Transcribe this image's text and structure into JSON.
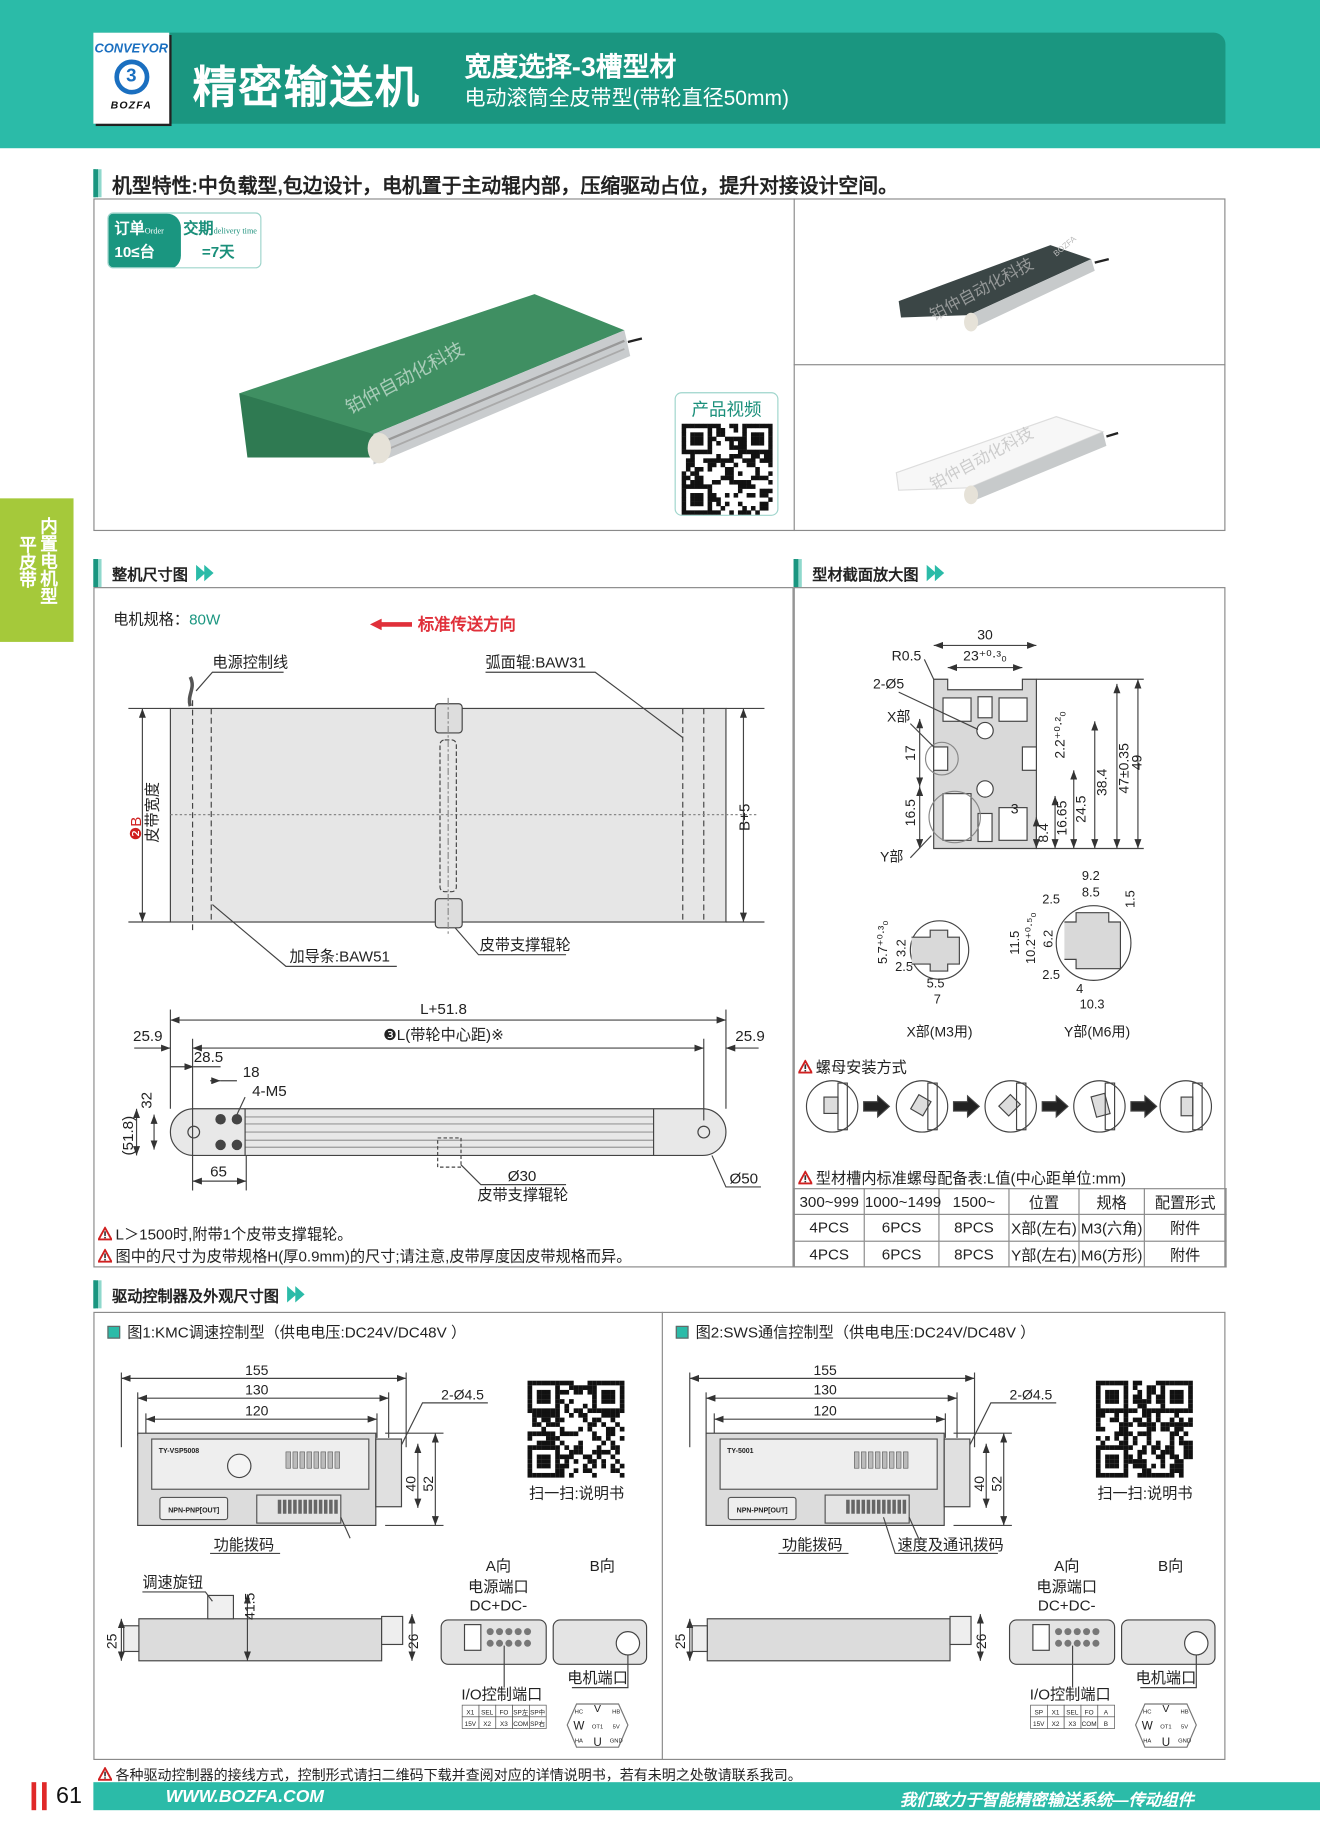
{
  "header": {
    "logo_top": "CONVEYOR",
    "logo_mark": "3",
    "logo_bottom": "BOZFA",
    "title": "精密输送机",
    "subtitle1": "宽度选择-3槽型材",
    "subtitle2": "电动滚筒全皮带型(带轮直径50mm)"
  },
  "side_tab": {
    "line1": "内置电机型",
    "line2": "平皮带"
  },
  "features": {
    "heading": "机型特性:中负载型,包边设计，电机置于主动辊内部，压缩驱动占位，提升对接设计空间。",
    "order_label": "订单",
    "order_en": "Order",
    "order_value": "10≤台",
    "delivery_label": "交期",
    "delivery_en": "delivery time",
    "delivery_value": "=7天",
    "video_label": "产品视频",
    "watermark": "铂仲自动化科技",
    "watermark_brand": "BOZFA"
  },
  "dimensions": {
    "heading": "整机尺寸图",
    "motor_label": "电机规格：",
    "motor_value": "80W",
    "direction": "标准传送方向",
    "power_cable": "电源控制线",
    "arc_roller": "弧面辊:BAW31",
    "guide_strip": "加导条:BAW51",
    "support_roller": "皮带支撑辊轮",
    "belt_width_mark": "❷B",
    "belt_width": "皮带宽度",
    "b_plus": "B+5",
    "l_total": "L+51.8",
    "l_center": "❸L(带轮中心距)※",
    "d_25_9_left": "25.9",
    "d_25_9_right": "25.9",
    "d_28_5": "28.5",
    "d_18": "18",
    "d_4m5": "4-M5",
    "d_32": "32",
    "d_51_8": "(51.8)",
    "d_65": "65",
    "d_o30": "Ø30",
    "support_roller2": "皮带支撑辊轮",
    "d_o50": "Ø50"
  },
  "profile": {
    "heading": "型材截面放大图",
    "w30": "30",
    "w23": "23⁺⁰·³₀",
    "r05": "R0.5",
    "holes": "2-Ø5",
    "x_part": "X部",
    "y_part": "Y部",
    "d17": "17",
    "d16_5": "16.5",
    "d3": "3",
    "d8_4": "8.4",
    "d16_65": "16.65",
    "d24_5": "24.5",
    "d38_4": "38.4",
    "d47": "47±0.35",
    "d49": "49",
    "d2_2": "2.2⁺⁰·²₀",
    "x_detail": {
      "d5_7": "5.7⁺⁰·³₀",
      "d3_2": "3.2",
      "d2_5": "2.5",
      "d5_5": "5.5",
      "d7": "7",
      "caption": "X部(M3用)"
    },
    "y_detail": {
      "d9_2": "9.2",
      "d8_5": "8.5",
      "d2_5a": "2.5",
      "d1_5": "1.5",
      "d11_5": "11.5",
      "d10_2": "10.2⁺⁰·⁵₀",
      "d6_2": "6.2",
      "d2_5b": "2.5",
      "d4": "4",
      "d10_3": "10.3",
      "caption": "Y部(M6用)"
    }
  },
  "nut": {
    "install_title": "螺母安装方式",
    "table_title": "型材槽内标准螺母配备表:L值(中心距单位:mm)",
    "headers": [
      "300~999",
      "1000~1499",
      "1500~",
      "位置",
      "规格",
      "配置形式"
    ],
    "rows": [
      [
        "4PCS",
        "6PCS",
        "8PCS",
        "X部(左右)",
        "M3(六角)",
        "附件"
      ],
      [
        "4PCS",
        "6PCS",
        "8PCS",
        "Y部(左右)",
        "M6(方形)",
        "附件"
      ]
    ]
  },
  "notes": [
    "L＞1500时,附带1个皮带支撑辊轮。",
    "图中的尺寸为皮带规格H(厚0.9mm)的尺寸;请注意,皮带厚度因皮带规格而异。"
  ],
  "drive": {
    "heading": "驱动控制器及外观尺寸图",
    "panels": [
      {
        "caption": "图1:KMC调速控制型（供电电压:DC24V/DC48V ）",
        "model": "TY-VSP5008",
        "npn": "NPN-PNP[OUT]",
        "d155": "155",
        "d130": "130",
        "d120": "120",
        "holes": "2-Ø4.5",
        "d40": "40",
        "d52": "52",
        "dip1": "功能拨码",
        "dip2": "",
        "qr_label": "扫一扫:说明书",
        "knob": "调速旋钮",
        "d41_5": "41.5",
        "d25": "25",
        "d26": "26",
        "a_dir": "A向",
        "b_dir": "B向",
        "power_port": "电源端口",
        "dc": "DC+DC-",
        "io_port": "I/O控制端口",
        "motor_port": "电机端口",
        "io": [
          [
            "X1",
            "SEL",
            "FO",
            "SP左",
            "SP中"
          ],
          [
            "15V",
            "X2",
            "X3",
            "COM",
            "SP右"
          ]
        ]
      },
      {
        "caption": "图2:SWS通信控制型（供电电压:DC24V/DC48V ）",
        "model": "TY-5001",
        "npn": "NPN-PNP[OUT]",
        "d155": "155",
        "d130": "130",
        "d120": "120",
        "holes": "2-Ø4.5",
        "d40": "40",
        "d52": "52",
        "dip1": "功能拨码",
        "dip2": "速度及通讯拨码",
        "qr_label": "扫一扫:说明书",
        "knob": "",
        "d41_5": "",
        "d25": "25",
        "d26": "26",
        "a_dir": "A向",
        "b_dir": "B向",
        "power_port": "电源端口",
        "dc": "DC+DC-",
        "io_port": "I/O控制端口",
        "motor_port": "电机端口",
        "io": [
          [
            "SP",
            "X1",
            "SEL",
            "FO",
            "A"
          ],
          [
            "15V",
            "X2",
            "X3",
            "COM",
            "B"
          ]
        ]
      }
    ],
    "motor_pins": [
      "V",
      "HC",
      "HB",
      "W",
      "OT1",
      "5V",
      "HA",
      "U",
      "GND"
    ]
  },
  "bottom_note": "各种驱动控制器的接线方式，控制形式请扫二维码下载并查阅对应的详情说明书，若有未明之处敬请联系我司。",
  "footer": {
    "page": "61",
    "url": "WWW.BOZFA.COM",
    "slogan": "我们致力于智能精密输送系统—传动组件"
  },
  "colors": {
    "teal": "#2bbba8",
    "teal_dark": "#1a9680",
    "green_tab": "#a5c93a",
    "red": "#e0303a"
  }
}
